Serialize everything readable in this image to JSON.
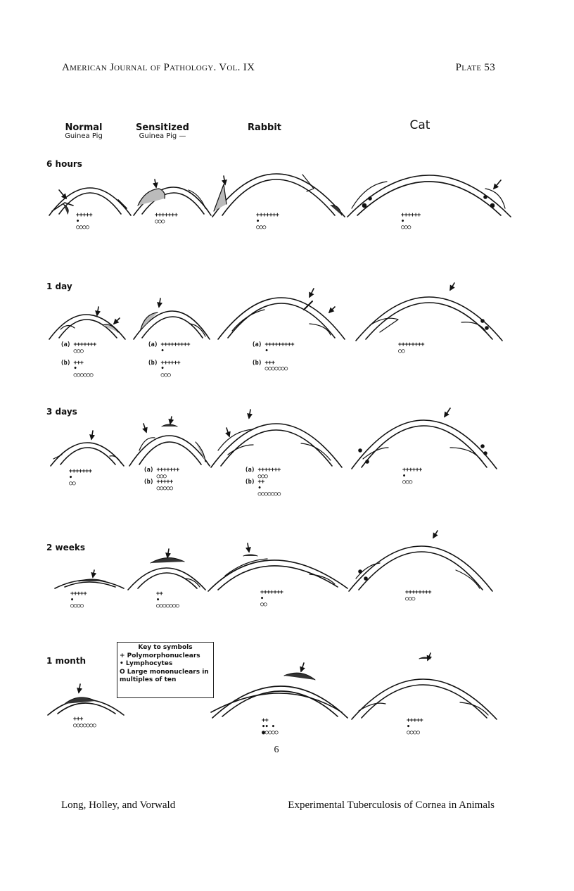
{
  "header": {
    "journal": "American Journal of Pathology.  Vol. IX",
    "plate": "Plate 53"
  },
  "columns": [
    {
      "main": "Normal",
      "sub": "Guinea Pig"
    },
    {
      "main": "Sensitized",
      "sub": "Guinea Pig —"
    },
    {
      "main": "Rabbit",
      "sub": ""
    },
    {
      "main": "Cat",
      "sub": ""
    }
  ],
  "rows": [
    "6 hours",
    "1 day",
    "3 days",
    "2 weeks",
    "1 month"
  ],
  "counts": {
    "r0c0": "+++++\n•\n○○○○",
    "r0c1": "+++++++\n○○○",
    "r0c2": "+++++++\n•\n○○○",
    "r0c3": "++++++\n•\n○○○",
    "r1c0": "(a) +++++++\n    ○○○\n\n(b) +++\n    •\n    ○○○○○○",
    "r1c1": "(a) +++++++++\n    •\n\n(b) ++++++\n    •\n    ○○○",
    "r1c2": "(a) +++++++++\n    •\n\n(b) +++\n    ○○○○○○○",
    "r1c3": "++++++++\n○○",
    "r2c0": "+++++++\n•\n○○",
    "r2c1": "(a) +++++++\n    ○○○\n(b) +++++\n    ○○○○○",
    "r2c2": "(a) +++++++\n    ○○○\n(b) ++\n    •\n    ○○○○○○○",
    "r2c3": "++++++\n•\n○○○",
    "r3c0": "+++++\n•\n○○○○",
    "r3c1": "++\n•\n○○○○○○○",
    "r3c2": "+++++++\n•\n○○",
    "r3c3": "++++++++\n○○○",
    "r4c0": "+++\n○○○○○○○",
    "r4c2": "++\n•• •\n●○○○○",
    "r4c3": "+++++\n•\n○○○○"
  },
  "key": {
    "title": "Key to symbols",
    "items": [
      "+ Polymorphonuclears",
      "• Lymphocytes",
      "O Large mononuclears in multiples of ten"
    ]
  },
  "page_number": "6",
  "footer": {
    "authors": "Long, Holley, and Vorwald",
    "title": "Experimental Tuberculosis of Cornea in Animals"
  }
}
